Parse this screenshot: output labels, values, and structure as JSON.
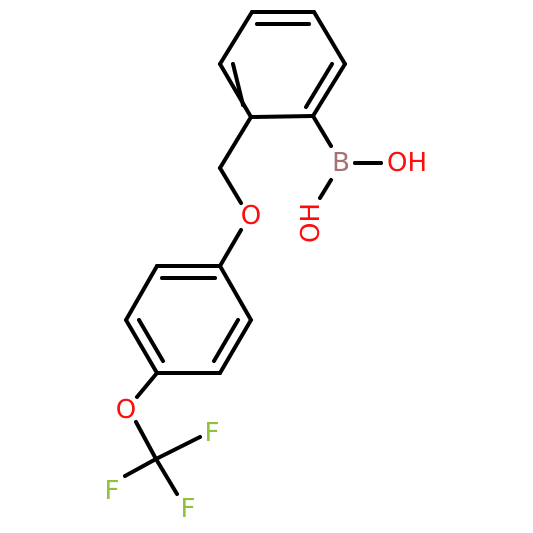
{
  "colors": {
    "bond": "#000000",
    "oxygen": "#ff0d0d",
    "boron": "#a67273",
    "fluorine": "#8fc13a",
    "background": "#ffffff"
  },
  "atoms": {
    "boron": "B",
    "boronic_oh_1": "OH",
    "boronic_oh_2": "OH",
    "ether_o": "O",
    "ocf3_o": "O",
    "f1": "F",
    "f2": "F",
    "f3": "F"
  }
}
